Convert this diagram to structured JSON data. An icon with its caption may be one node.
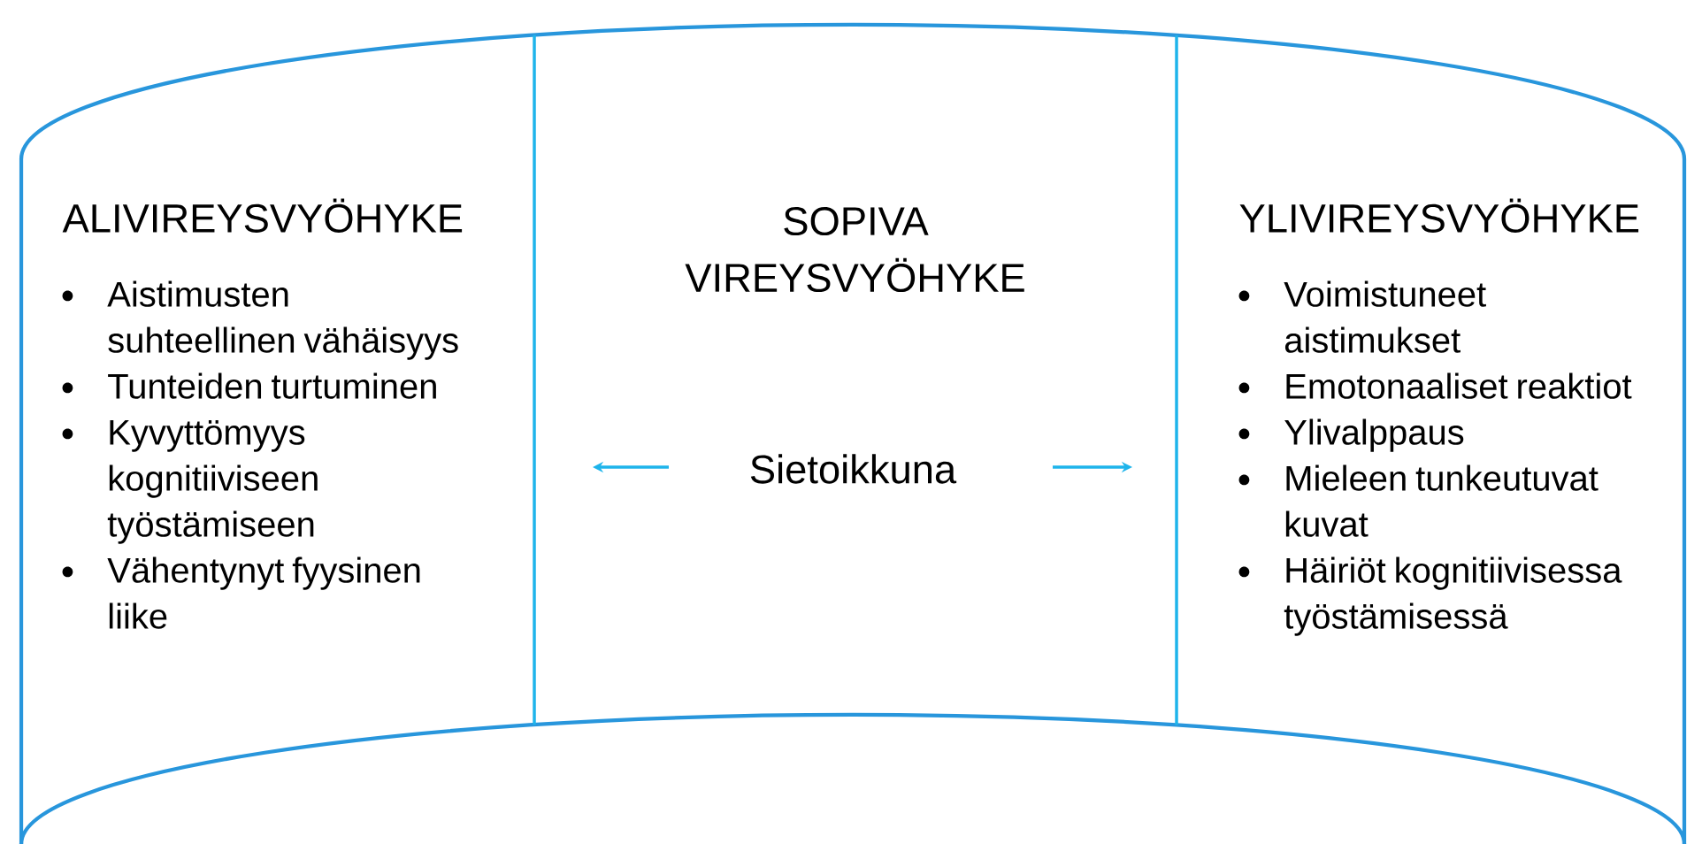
{
  "diagram": {
    "nodes": [
      {
        "text": [],
        "shape": "cylinder"
      },
      {
        "text": [
          "ALIVIREYSVYÖHYKE",
          "Aistimusten suhteellinen vähäisyys",
          "Tunteiden turtuminen",
          "Kyvyttömyys kognitiiviseen työstämiseen",
          "Vähentynyt fyysinen liike"
        ],
        "in": 0
      },
      {
        "text": [
          "SOPIVA VIREYSVYÖHYKE"
        ],
        "in": 0
      },
      {
        "text": [
          "Sietoikkuna"
        ],
        "in": 2
      },
      {
        "text": [
          "YLIVIREYSVYÖHYKE",
          "Voimistuneet aistimukset",
          "Emotonaaliset reaktiot",
          "Ylivalppaus",
          "Mieleen tunkeutuvat kuvat",
          "Häiriöt kognitiivisessa työstämisessä"
        ],
        "in": 0
      }
    ]
  }
}
